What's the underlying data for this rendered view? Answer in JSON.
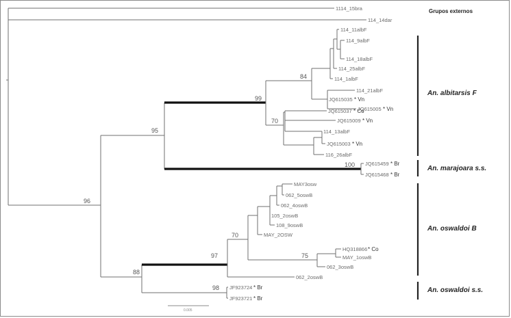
{
  "outgroup_label": "Grupos externos",
  "clades": [
    {
      "id": "albitarsis",
      "label": "An. albitarsis F"
    },
    {
      "id": "marajoara",
      "label": "An. marajoara s.s."
    },
    {
      "id": "oswaldoiB",
      "label": "An. oswaldoi B"
    },
    {
      "id": "oswaldoiSS",
      "label": "An. oswaldoi s.s."
    }
  ],
  "leaves": [
    {
      "id": "l1",
      "name": "1114_15bra",
      "mark": ""
    },
    {
      "id": "l2",
      "name": "114_14dar",
      "mark": ""
    },
    {
      "id": "l3",
      "name": "114_11albF",
      "mark": ""
    },
    {
      "id": "l4",
      "name": "114_9albF",
      "mark": ""
    },
    {
      "id": "l5",
      "name": "114_18albF",
      "mark": ""
    },
    {
      "id": "l6",
      "name": "114_25albF",
      "mark": ""
    },
    {
      "id": "l7",
      "name": "114_1albF",
      "mark": ""
    },
    {
      "id": "l8",
      "name": "JQ615035",
      "mark": "* Vn"
    },
    {
      "id": "l9",
      "name": "114_21albF",
      "mark": ""
    },
    {
      "id": "l10",
      "name": "JQ615005",
      "mark": "* Vn"
    },
    {
      "id": "l11",
      "name": "JQ615037",
      "mark": "* Co"
    },
    {
      "id": "l12",
      "name": "JQ615009",
      "mark": "* Vn"
    },
    {
      "id": "l13",
      "name": "114_13albF",
      "mark": ""
    },
    {
      "id": "l14",
      "name": "JQ615003",
      "mark": "* Vn"
    },
    {
      "id": "l15",
      "name": "116_26albF",
      "mark": ""
    },
    {
      "id": "l16",
      "name": "JQ615459",
      "mark": "* Br"
    },
    {
      "id": "l17",
      "name": "JQ615468",
      "mark": "* Br"
    },
    {
      "id": "l18",
      "name": "MAY3osw",
      "mark": ""
    },
    {
      "id": "l19",
      "name": "062_5oswB",
      "mark": ""
    },
    {
      "id": "l20",
      "name": "062_4oswB",
      "mark": ""
    },
    {
      "id": "l21",
      "name": "105_2oswB",
      "mark": ""
    },
    {
      "id": "l22",
      "name": "108_9oswB",
      "mark": ""
    },
    {
      "id": "l23",
      "name": "MAY_2OSW",
      "mark": ""
    },
    {
      "id": "l24",
      "name": "HQ318866",
      "mark": "* Co"
    },
    {
      "id": "l25",
      "name": "MAY_1oswB",
      "mark": ""
    },
    {
      "id": "l26",
      "name": "062_3oswB",
      "mark": ""
    },
    {
      "id": "l27",
      "name": "062_2oswB",
      "mark": ""
    },
    {
      "id": "l28",
      "name": "JF923724",
      "mark": "* Br"
    },
    {
      "id": "l29",
      "name": "JF923721",
      "mark": "* Br"
    }
  ],
  "bootstrap": [
    {
      "id": "b84",
      "value": "84"
    },
    {
      "id": "b99",
      "value": "99"
    },
    {
      "id": "b95",
      "value": "95"
    },
    {
      "id": "b70a",
      "value": "70"
    },
    {
      "id": "b100",
      "value": "100"
    },
    {
      "id": "b96",
      "value": "96"
    },
    {
      "id": "b70b",
      "value": "70"
    },
    {
      "id": "b97",
      "value": "97"
    },
    {
      "id": "b75",
      "value": "75"
    },
    {
      "id": "b88",
      "value": "88"
    },
    {
      "id": "b98",
      "value": "98"
    }
  ],
  "scale_label": "0.005"
}
